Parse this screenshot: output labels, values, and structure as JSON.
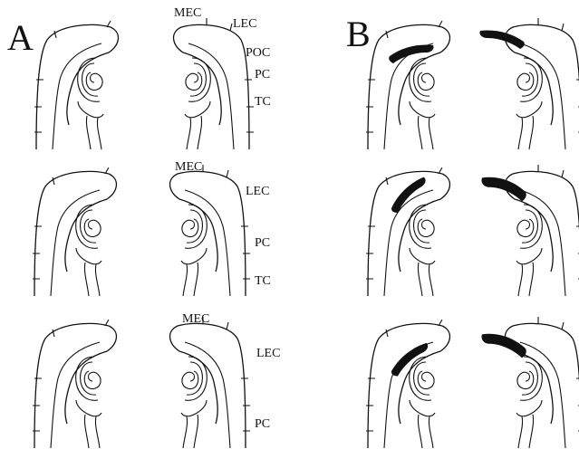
{
  "panels": [
    {
      "letter": "A"
    },
    {
      "letter": "B"
    }
  ],
  "labels": {
    "row1": {
      "mec": "MEC",
      "lec": "LEC",
      "poc": "POC",
      "pc": "PC",
      "tc": "TC"
    },
    "row2": {
      "mec": "MEC",
      "lec": "LEC",
      "pc": "PC",
      "tc": "TC"
    },
    "row3": {
      "mec": "MEC",
      "lec": "LEC",
      "pc": "PC"
    }
  },
  "colors": {
    "line": "#111111",
    "lesion": "#111111",
    "background": "#ffffff"
  }
}
